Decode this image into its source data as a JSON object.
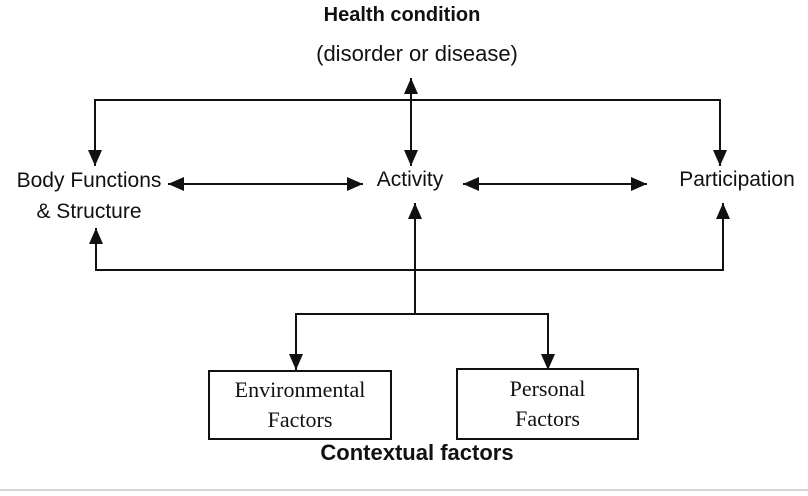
{
  "diagram": {
    "background": "#ffffff",
    "line_color": "#111111",
    "divider_color": "#d4d4d4",
    "header": {
      "title": "Health condition",
      "subtitle": "(disorder or disease)"
    },
    "middle_row": {
      "body_functions_line1": "Body Functions",
      "body_functions_line2": "& Structure",
      "activity": "Activity",
      "participation": "Participation"
    },
    "contextual": {
      "environmental_line1": "Environmental",
      "environmental_line2": "Factors",
      "personal_line1": "Personal",
      "personal_line2": "Factors",
      "caption": "Contextual factors"
    },
    "edges": [
      {
        "from": "Health condition",
        "to": "Activity",
        "direction": "bidirectional"
      },
      {
        "from": "Health condition",
        "to": "Body Functions & Structure",
        "direction": "one-way"
      },
      {
        "from": "Health condition",
        "to": "Participation",
        "direction": "one-way"
      },
      {
        "from": "Body Functions & Structure",
        "to": "Activity",
        "direction": "bidirectional"
      },
      {
        "from": "Activity",
        "to": "Participation",
        "direction": "bidirectional"
      },
      {
        "from": "Contextual factors",
        "to": "Body Functions & Structure",
        "direction": "one-way"
      },
      {
        "from": "Contextual factors",
        "to": "Activity",
        "direction": "one-way"
      },
      {
        "from": "Contextual factors",
        "to": "Participation",
        "direction": "one-way"
      },
      {
        "from": "Contextual factors",
        "to": "Environmental Factors",
        "direction": "one-way"
      },
      {
        "from": "Contextual factors",
        "to": "Personal Factors",
        "direction": "one-way"
      }
    ]
  }
}
